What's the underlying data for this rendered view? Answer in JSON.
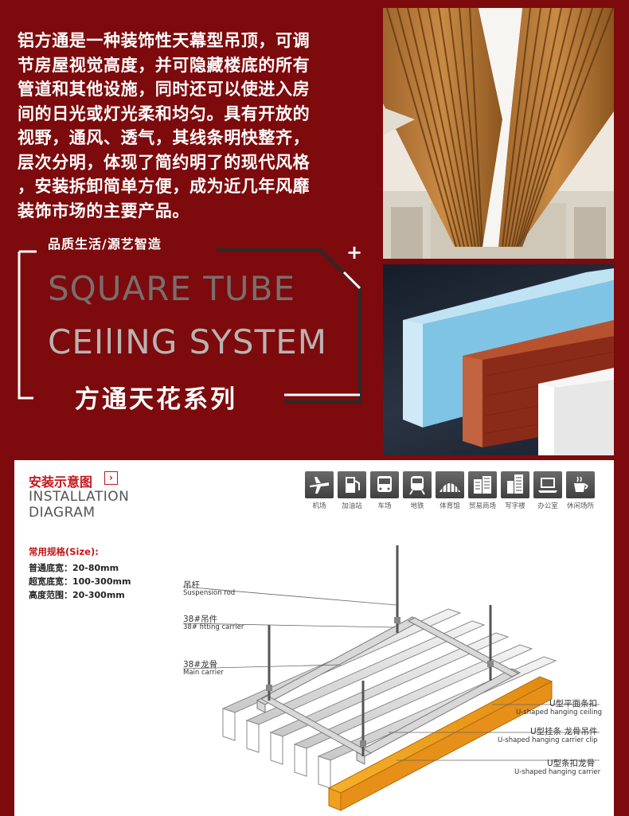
{
  "intro": {
    "lines": [
      "铝方通是一种装饰性天幕型吊顶，可调",
      "节房屋视觉高度，并可隐藏楼底的所有",
      "管道和其他设施，同时还可以使进入房",
      "间的日光或灯光柔和均匀。具有开放的",
      "视野，通风、透气，其线条明快整齐，",
      "层次分明，体现了简约明了的现代风格",
      "，安装拆卸简单方便，成为近几年风靡",
      "装饰市场的主要产品。"
    ]
  },
  "hero": {
    "tagline": "品质生活/源艺智造",
    "title_line1": "SQUARE TUBE",
    "title_line2": "CEIlING SYSTEM",
    "subtitle": "方通天花系列",
    "plus": "+"
  },
  "installation": {
    "title_cn": "安装示意图",
    "arrow": "›",
    "title_en_line1": "INSTALLATION",
    "title_en_line2": "DIAGRAM",
    "size_title": "常用规格(Size):",
    "sizes": [
      "普通底宽：20-80mm",
      "超宽底宽：100-300mm",
      "高度范围：20-300mm"
    ],
    "venues": [
      {
        "label": "机场",
        "icon": "airplane-icon"
      },
      {
        "label": "加油站",
        "icon": "fuel-pump-icon"
      },
      {
        "label": "车场",
        "icon": "bus-icon"
      },
      {
        "label": "地铁",
        "icon": "metro-train-icon"
      },
      {
        "label": "体育馆",
        "icon": "stadium-icon"
      },
      {
        "label": "贸易商场",
        "icon": "mall-icon"
      },
      {
        "label": "写字楼",
        "icon": "office-tower-icon"
      },
      {
        "label": "办公室",
        "icon": "laptop-icon"
      },
      {
        "label": "休闲场所",
        "icon": "coffee-cup-icon"
      }
    ],
    "parts": {
      "rod_cn": "吊杆",
      "rod_en": "Suspension rod",
      "carrier38_cn": "38#吊件",
      "carrier38_en": "38# fitting carrier",
      "main_cn": "38#龙骨",
      "main_en": "Main carrier",
      "uceil_cn": "U型平面条扣",
      "uceil_en": "U-shaped hanging ceiling",
      "uclip_cn": "U型挂条 龙骨吊件",
      "uclip_en": "U-shaped hanging carrier clip",
      "ucarrier_cn": "U型条扣龙骨",
      "ucarrier_en": "U-shaped hanging carrier"
    }
  },
  "colors": {
    "background_red": "#7d0a0c",
    "accent_red": "#c5161c",
    "tube_blue": "#7fc4e4",
    "tube_wood": "#8a2a18",
    "tube_white": "#e7e7e7",
    "carrier_orange": "#f0a020"
  }
}
